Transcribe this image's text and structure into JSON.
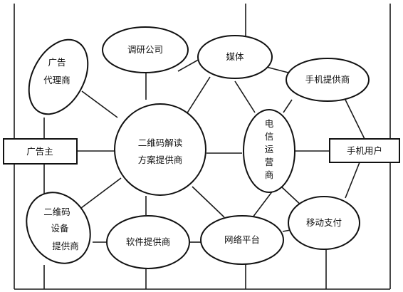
{
  "diagram": {
    "nodes": {
      "hub": {
        "line1": "二维码解读",
        "line2": "方案提供商"
      },
      "survey": {
        "label": "调研公司"
      },
      "media": {
        "label": "媒体"
      },
      "phone_maker": {
        "label": "手机提供商"
      },
      "ad_agency": {
        "line1": "广告",
        "line2": "代理商"
      },
      "telecom": {
        "line1": "电",
        "line2": "信",
        "line3": "运",
        "line4": "营",
        "line5": "商"
      },
      "advertiser": {
        "label": "广告主"
      },
      "phone_user": {
        "label": "手机用户"
      },
      "device_maker": {
        "line1": "二维码",
        "line2": "设备",
        "line3": "提供商"
      },
      "software": {
        "label": "软件提供商"
      },
      "network": {
        "label": "网络平台"
      },
      "mobile_pay": {
        "label": "移动支付"
      }
    }
  }
}
